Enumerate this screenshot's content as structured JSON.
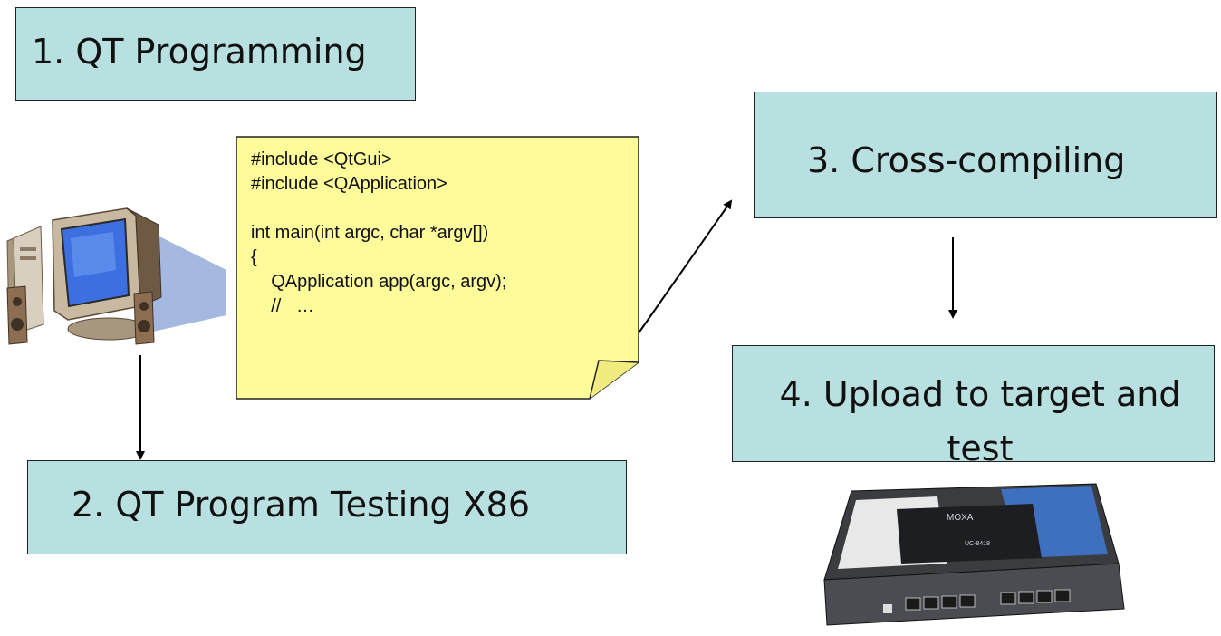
{
  "steps": {
    "step1": "1. QT Programming",
    "step2": "2. QT Program Testing X86",
    "step3": "3. Cross-compiling",
    "step4": "4. Upload to target and test"
  },
  "code_note": {
    "lines": [
      "#include <QtGui>",
      "#include <QApplication>",
      "",
      "int main(int argc, char *argv[])",
      "{",
      "    QApplication app(argc, argv);",
      "    //   …"
    ]
  },
  "device_label": "MOXA",
  "device_model": "UC-8418",
  "colors": {
    "box_fill": "#b9e0e0",
    "note_fill": "#fdfb9a",
    "border": "#222222"
  },
  "icons": {
    "computer": "desktop-computer-illustration",
    "device": "embedded-computer-photo"
  }
}
